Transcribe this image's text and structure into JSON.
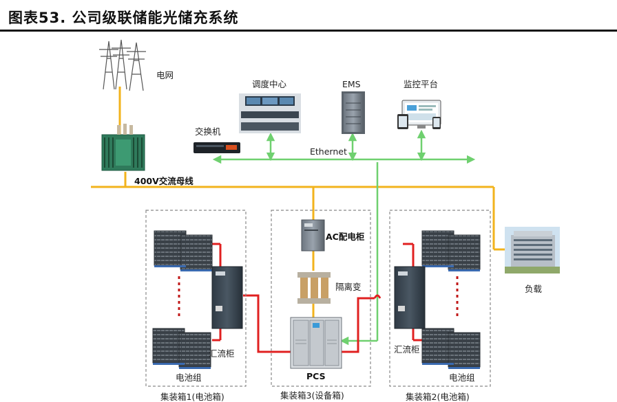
{
  "title": "图表53.  公司级联储能光储充系统",
  "labels": {
    "grid": "电网",
    "dispatch_center": "调度中心",
    "ems": "EMS",
    "monitoring_platform": "监控平台",
    "switch": "交换机",
    "ethernet": "Ethernet",
    "ac_bus": "400V交流母线",
    "ac_cabinet": "AC配电柜",
    "isolation_transformer": "隔离变",
    "pcs": "PCS",
    "load": "负载",
    "combiner_left": "汇流柜",
    "combiner_right": "汇流柜",
    "battery_group_left": "电池组",
    "battery_group_right": "电池组",
    "container_1": "集装箱1(电池箱)",
    "container_3": "集装箱3(设备箱)",
    "container_2": "集装箱2(电池箱)"
  },
  "colors": {
    "ac_line": "#f2b31c",
    "ethernet_line": "#6fd06f",
    "dc_line": "#e02020",
    "box_border": "#888888"
  }
}
